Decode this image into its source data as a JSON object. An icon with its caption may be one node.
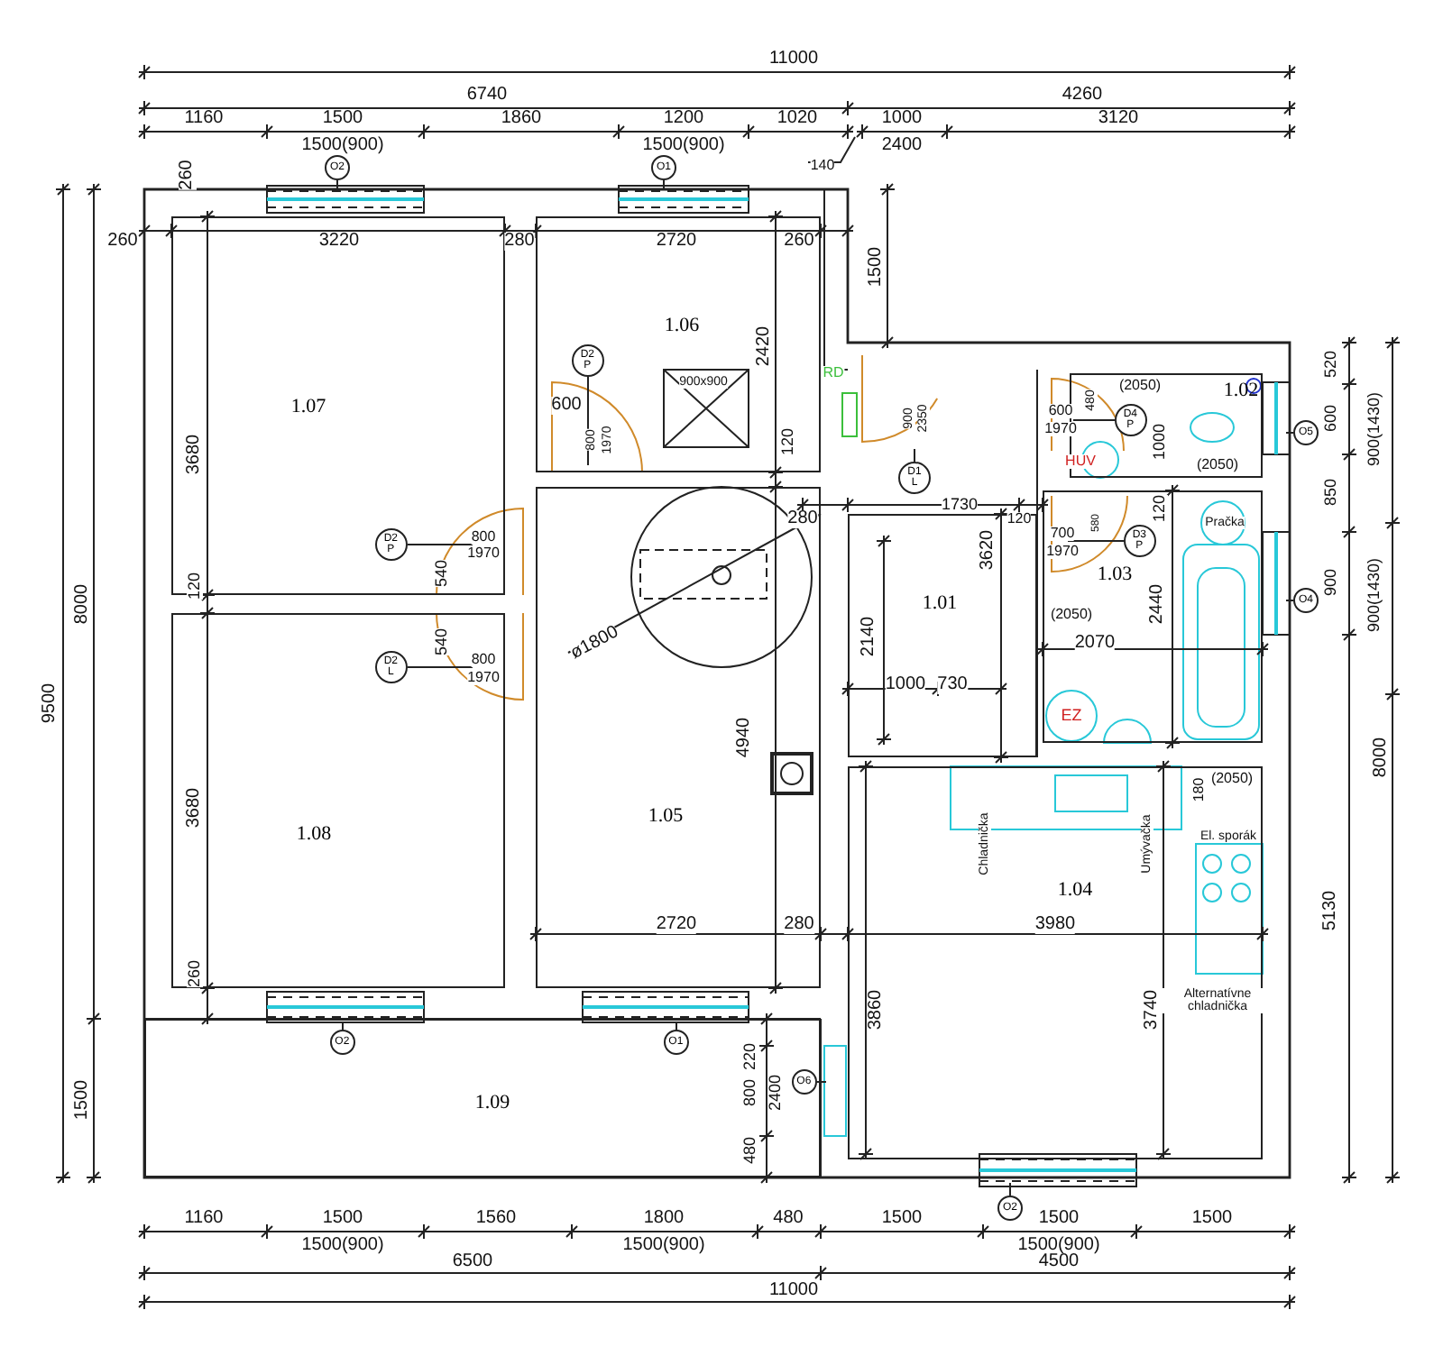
{
  "diagram": {
    "nodes": [
      {
        "text": [
          "1.07"
        ]
      },
      {
        "text": [
          "1.06"
        ]
      },
      {
        "text": [
          "1.02"
        ]
      },
      {
        "text": [
          "1.01"
        ]
      },
      {
        "text": [
          "1.03"
        ]
      },
      {
        "text": [
          "1.08"
        ]
      },
      {
        "text": [
          "1.05"
        ]
      },
      {
        "text": [
          "1.04"
        ]
      },
      {
        "text": [
          "1.09"
        ]
      },
      {
        "text": [
          "O2"
        ]
      },
      {
        "text": [
          "O1"
        ]
      },
      {
        "text": [
          "D2",
          "P"
        ],
        "in": 1
      },
      {
        "text": [
          "D1",
          "L"
        ]
      },
      {
        "text": [
          "D4",
          "P"
        ],
        "in": 2
      },
      {
        "text": [
          "O5"
        ]
      },
      {
        "text": [
          "D2",
          "P"
        ],
        "in": 0
      },
      {
        "text": [
          "D3",
          "P"
        ],
        "in": 4
      },
      {
        "text": [
          "O4"
        ]
      },
      {
        "text": [
          "D2",
          "L"
        ],
        "in": 5
      },
      {
        "text": [
          "O2"
        ],
        "in": 8
      },
      {
        "text": [
          "O1"
        ],
        "in": 8
      },
      {
        "text": [
          "O6"
        ],
        "in": 8
      },
      {
        "text": [
          "O2"
        ]
      }
    ],
    "edges": [
      {
        "from": 9,
        "to": null,
        "arrow": "none"
      },
      {
        "from": 10,
        "to": null,
        "arrow": "none"
      },
      {
        "from": 11,
        "to": 1,
        "arrow": "none"
      },
      {
        "from": 12,
        "to": null,
        "arrow": "none"
      },
      {
        "from": 13,
        "to": 2,
        "arrow": "none"
      },
      {
        "from": 14,
        "to": null,
        "arrow": "none"
      },
      {
        "from": 15,
        "to": 0,
        "arrow": "none"
      },
      {
        "from": 16,
        "to": 4,
        "arrow": "none"
      },
      {
        "from": 17,
        "to": null,
        "arrow": "none"
      },
      {
        "from": 18,
        "to": 5,
        "arrow": "none"
      },
      {
        "from": 19,
        "to": 8,
        "arrow": "none"
      },
      {
        "from": 20,
        "to": 8,
        "arrow": "none"
      },
      {
        "from": 21,
        "to": null,
        "arrow": "none"
      },
      {
        "from": 22,
        "to": null,
        "arrow": "none"
      }
    ],
    "labels": [
      "11000",
      "6740",
      "4260",
      "1160",
      "1500",
      "1860",
      "1200",
      "1020",
      "1000",
      "3120",
      "1500(900)",
      "1500(900)",
      "140",
      "2400",
      "260",
      "1500",
      "260",
      "3220",
      "280",
      "2720",
      "260",
      "2420",
      "RD",
      "900x900",
      "600",
      "800",
      "1970",
      "120",
      "900",
      "2350",
      "600",
      "1970",
      "480",
      "(2050)",
      "1000",
      "HUV",
      "(2050)",
      "520",
      "600",
      "900(1430)",
      "280",
      "1730",
      "120",
      "700",
      "1970",
      "580",
      "120",
      "Pračka",
      "800",
      "1970",
      "540",
      "3680",
      "120",
      "3620",
      "(2050)",
      "2440",
      "2070",
      "850",
      "900",
      "900(1430)",
      "540",
      "800",
      "1970",
      "ø1800",
      "2140",
      "1000",
      "730",
      "EZ",
      "4940",
      "3680",
      "180",
      "(2050)",
      "Chladnička",
      "Umývačka",
      "El. sporák",
      "2720",
      "280",
      "3980",
      "8000",
      "9500",
      "5130",
      "8000",
      "3860",
      "3740",
      "Alternatívne chladnička",
      "260",
      "220",
      "1500",
      "800",
      "2400",
      "480",
      "1160",
      "1500",
      "1560",
      "1800",
      "480",
      "1500",
      "1500",
      "1500",
      "1500(900)",
      "1500(900)",
      "1500(900)",
      "6500",
      "4500",
      "11000"
    ]
  }
}
